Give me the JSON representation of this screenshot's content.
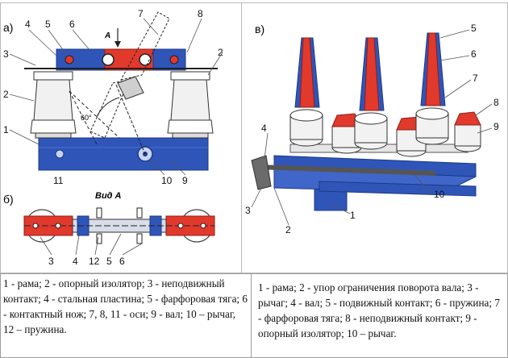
{
  "panels": {
    "a": {
      "tag": "а)",
      "view_label": "A",
      "angle": "60°"
    },
    "b": {
      "tag": "б)",
      "title": "Вид А"
    },
    "v": {
      "tag": "в)"
    }
  },
  "callouts_a": [
    "4",
    "5",
    "6",
    "3",
    "7",
    "8",
    "2",
    "2",
    "1",
    "11",
    "10",
    "9"
  ],
  "callouts_b": [
    "3",
    "4",
    "12",
    "5",
    "6"
  ],
  "callouts_v": [
    "5",
    "6",
    "7",
    "8",
    "9",
    "4",
    "3",
    "2",
    "10",
    "1"
  ],
  "caption_left": "1 - рама; 2 - опорный изолятор; 3 - неподвижный контакт; 4 - стальная пластина; 5 - фарфоровая тяга; 6 - контактный нож; 7, 8, 11 - оси; 9 - вал; 10 – рычаг, 12 – пружина.",
  "caption_right": "1 - рама; 2 - упор ограничения поворота вала; 3 - рычаг; 4 - вал; 5 - подвижный контакт; 6 - пружина; 7 - фарфоровая тяга; 8 - неподвижный контакт; 9 - опорный изолятор; 10 – рычаг.",
  "colors": {
    "frame_blue": "#2f55b8",
    "contact_red": "#e1392c",
    "porcelain": "#f2f2f2",
    "outline": "#333333"
  }
}
